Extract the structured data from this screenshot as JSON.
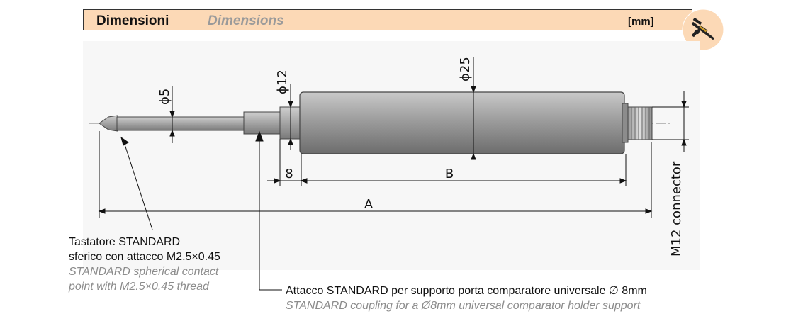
{
  "header": {
    "title_it": "Dimensioni",
    "title_en": "Dimensions",
    "unit": "[mm]",
    "bg_color": "#fcd9b6",
    "badge_icon": "caliper-icon"
  },
  "dimensions": {
    "d5": "ϕ5",
    "d12": "ϕ12",
    "d25": "ϕ25",
    "len8": "8",
    "lenB": "B",
    "lenA": "A",
    "connector": "M12 connector"
  },
  "notes": {
    "probe": {
      "it_line1": "Tastatore STANDARD",
      "it_line2": "sferico con attacco M2.5×0.45",
      "en_line1": "STANDARD spherical contact",
      "en_line2": "point with M2.5×0.45 thread"
    },
    "coupling": {
      "it": "Attacco STANDARD per supporto porta comparatore universale ∅ 8mm",
      "en": "STANDARD coupling for a Ø8mm universal comparator holder support"
    }
  }
}
